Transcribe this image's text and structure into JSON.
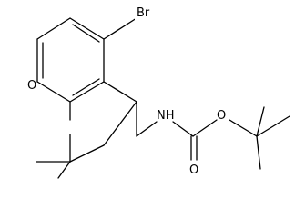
{
  "structure": {
    "atoms": {
      "bromine": "Br",
      "ring_oxygen": "O",
      "amine": "NH",
      "carbonyl_oxygen": "O",
      "ester_oxygen": "O"
    },
    "colors": {
      "bond": "#000000",
      "background": "#ffffff"
    }
  }
}
